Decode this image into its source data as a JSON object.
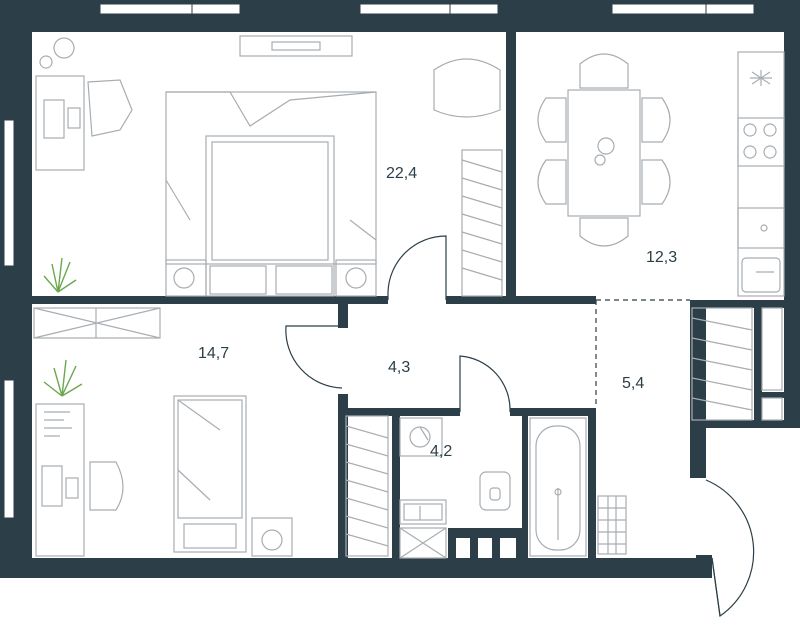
{
  "plan": {
    "rooms": [
      {
        "id": "bedroom",
        "area": "22,4"
      },
      {
        "id": "kitchen",
        "area": "12,3"
      },
      {
        "id": "bedroom-2",
        "area": "14,7"
      },
      {
        "id": "corridor",
        "area": "4,3"
      },
      {
        "id": "bathroom",
        "area": "4,2"
      },
      {
        "id": "hall",
        "area": "5,4"
      }
    ],
    "colors": {
      "wall": "#2c3e47",
      "furniture": "#a8adb1",
      "plant": "#6aa84f",
      "background": "#ffffff"
    }
  }
}
